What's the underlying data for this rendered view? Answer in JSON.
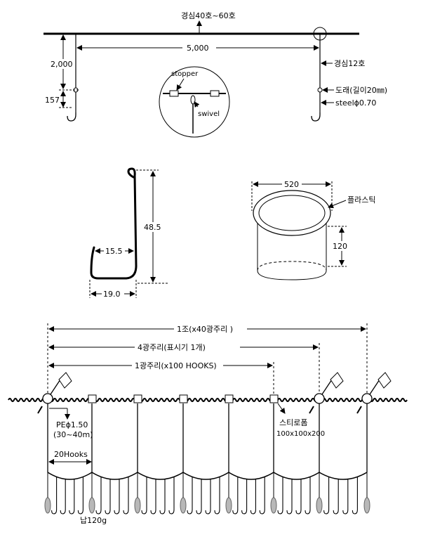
{
  "top": {
    "main_line_label": "경심40호~60호",
    "span_label": "5,000",
    "branch_length_label": "2,000",
    "hook_drop_label": "157",
    "branch_line_label": "경심12호",
    "leader_label": "도래(길이20㎜)",
    "steel_label": "steelϕ0.70",
    "stopper_label": "stopper",
    "swivel_label": "swivel"
  },
  "hook": {
    "height_label": "48.5",
    "gap_label": "15.5",
    "width_label": "19.0"
  },
  "tub": {
    "diameter_label": "520",
    "height_label": "120",
    "material_label": "플라스틱"
  },
  "rig": {
    "set_label": "1조(x40광주리 )",
    "four_baskets_label": "4광주리(표시기 1개)",
    "one_basket_label": "1광주리(x100 HOOKS)",
    "pe_label": "PEϕ1.50",
    "pe_length_label": "(30~40m)",
    "hooks_label": "20Hooks",
    "float_label": "스티로폼",
    "float_size_label": "100x100x200",
    "sinker_label": "납120g"
  }
}
